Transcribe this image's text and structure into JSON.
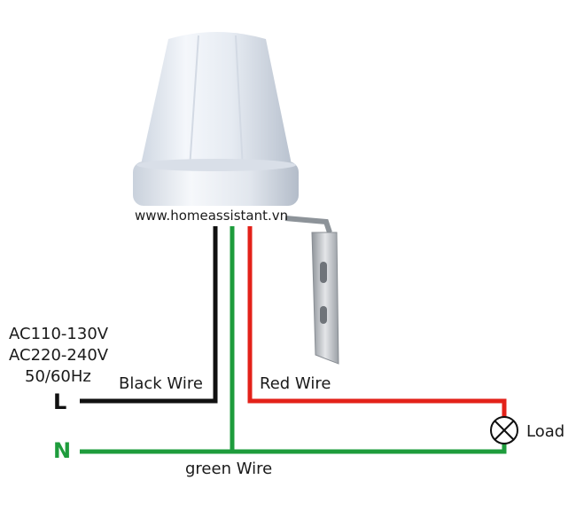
{
  "diagram": {
    "website": "www.homeassistant.vn",
    "specs": [
      "AC110-130V",
      "AC220-240V",
      "50/60Hz"
    ],
    "wires": {
      "black": "Black Wire",
      "red": "Red Wire",
      "green": "green Wire"
    },
    "terminals": {
      "line": "L",
      "neutral": "N"
    },
    "load": "Load"
  },
  "colors": {
    "black_wire": "#111111",
    "red_wire": "#e32119",
    "green_wire": "#1e9c3c",
    "neutral_label": "#1e9c3c"
  }
}
